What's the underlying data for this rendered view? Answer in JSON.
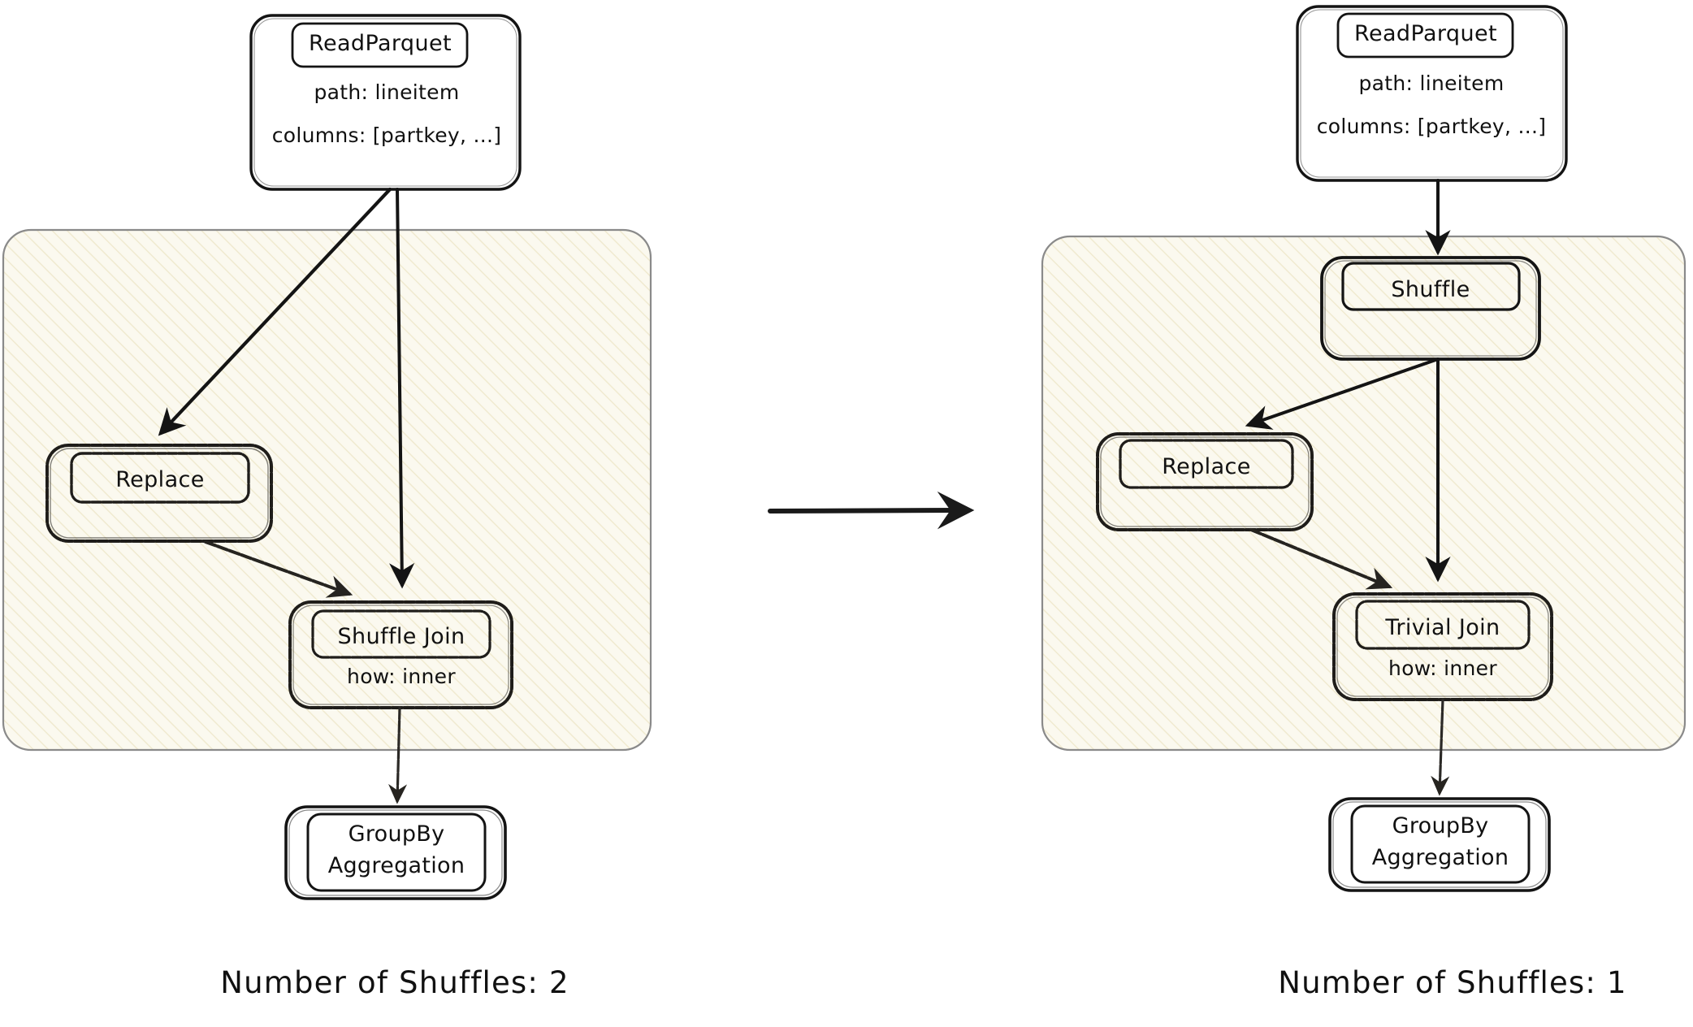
{
  "diagram": {
    "type": "query-plan-optimization",
    "title_left": "Number of Shuffles: 2",
    "title_right": "Number of Shuffles: 1",
    "transition_arrow": "arrow-right-icon",
    "background_color": "#ffffff",
    "container_fill": "#fbf9ef",
    "container_stroke": "#8c8c8c",
    "node_stroke": "#1a1a1a",
    "node_fill": "#ffffff",
    "text_color": "#111111"
  },
  "left_panel": {
    "name": "before-optimization",
    "caption": "Number of Shuffles: 2",
    "source_node": {
      "name": "read-parquet",
      "label": "ReadParquet",
      "props": [
        "path: lineitem",
        "columns: [partkey, ...]"
      ]
    },
    "container": {
      "name": "shuffle-boundary-group",
      "nodes": [
        {
          "name": "replace",
          "label": "Replace",
          "props": []
        },
        {
          "name": "shuffle-join",
          "label": "Shuffle Join",
          "props": [
            "how: inner"
          ]
        }
      ]
    },
    "sink_node": {
      "name": "groupby-aggregation",
      "label_line1": "GroupBy",
      "label_line2": "Aggregation"
    },
    "edges": [
      {
        "from": "ReadParquet",
        "to": "Replace"
      },
      {
        "from": "ReadParquet",
        "to": "Shuffle Join"
      },
      {
        "from": "Replace",
        "to": "Shuffle Join"
      },
      {
        "from": "Shuffle Join",
        "to": "GroupBy Aggregation"
      }
    ]
  },
  "right_panel": {
    "name": "after-optimization",
    "caption": "Number of Shuffles: 1",
    "source_node": {
      "name": "read-parquet",
      "label": "ReadParquet",
      "props": [
        "path: lineitem",
        "columns: [partkey, ...]"
      ]
    },
    "container": {
      "name": "shuffle-boundary-group",
      "nodes": [
        {
          "name": "shuffle",
          "label": "Shuffle",
          "props": []
        },
        {
          "name": "replace",
          "label": "Replace",
          "props": []
        },
        {
          "name": "trivial-join",
          "label": "Trivial Join",
          "props": [
            "how: inner"
          ]
        }
      ]
    },
    "sink_node": {
      "name": "groupby-aggregation",
      "label_line1": "GroupBy",
      "label_line2": "Aggregation"
    },
    "edges": [
      {
        "from": "ReadParquet",
        "to": "Shuffle"
      },
      {
        "from": "Shuffle",
        "to": "Replace"
      },
      {
        "from": "Shuffle",
        "to": "Trivial Join"
      },
      {
        "from": "Replace",
        "to": "Trivial Join"
      },
      {
        "from": "Trivial Join",
        "to": "GroupBy Aggregation"
      }
    ]
  }
}
